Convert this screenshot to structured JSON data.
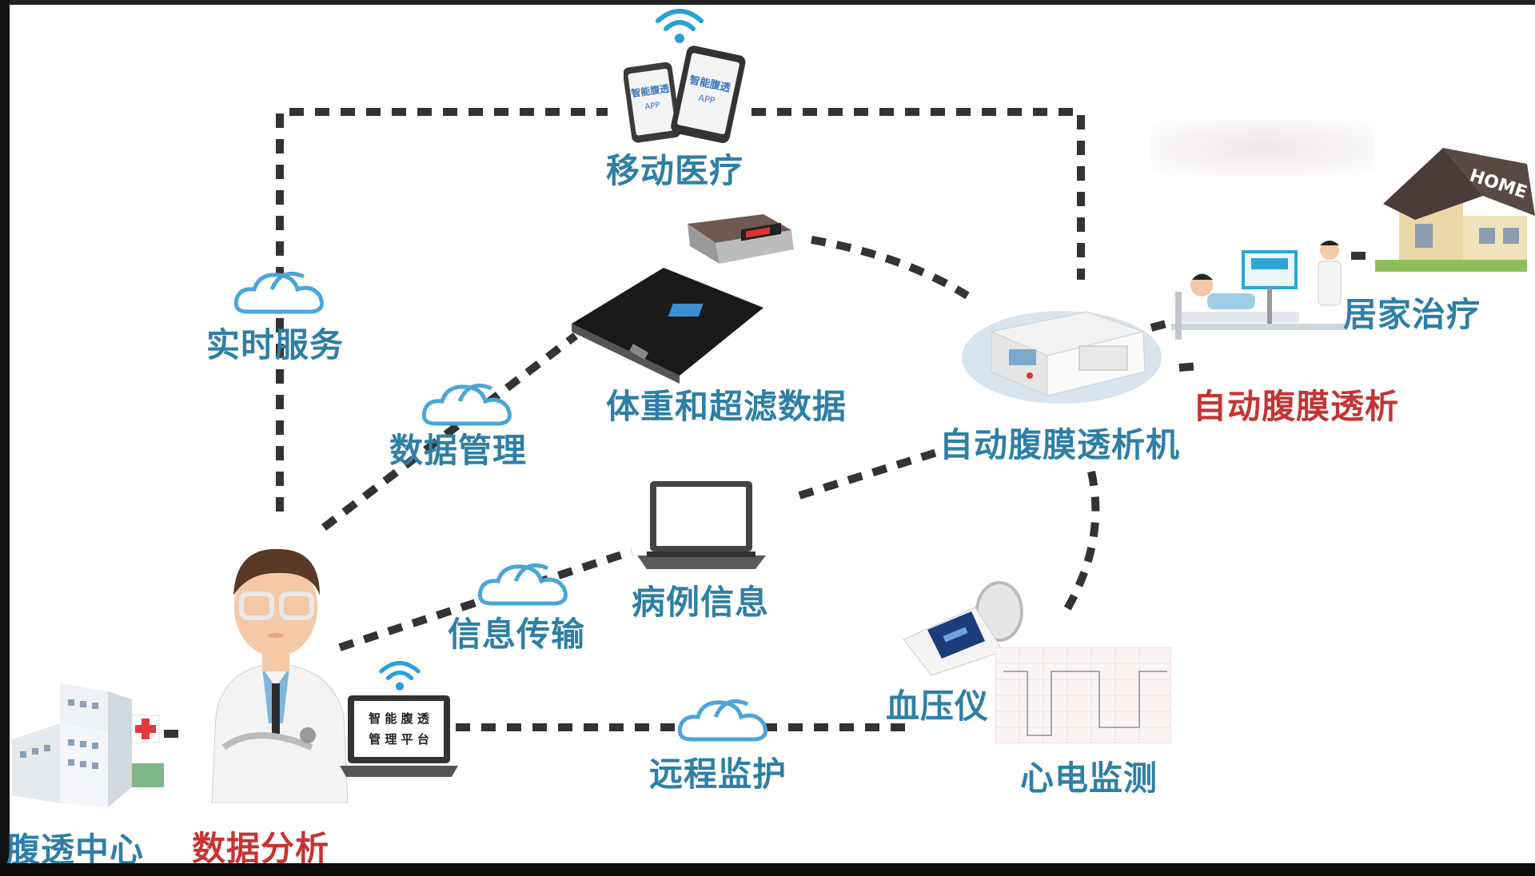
{
  "labels": {
    "mobile_health": "移动医疗",
    "realtime_service": "实时服务",
    "data_management": "数据管理",
    "weight_uf_data": "体重和超滤数据",
    "apd_machine": "自动腹膜透析机",
    "home_treatment": "居家治疗",
    "apd": "自动腹膜透析",
    "case_info": "病例信息",
    "info_transfer": "信息传输",
    "bp_monitor": "血压仪",
    "remote_monitoring": "远程监护",
    "ecg_monitoring": "心电监测",
    "pd_center": "腹透中心",
    "data_analysis": "数据分析"
  },
  "device_text": {
    "phone_left": "智能腹透",
    "phone_left_sub": "APP",
    "phone_right": "智能腹透",
    "phone_right_sub": "APP",
    "laptop_screen_row1": "智 能 腹 透",
    "laptop_screen_row2": "管 理 平 台",
    "home_sign": "HOME"
  },
  "colors": {
    "label_blue": "#2e7fa6",
    "label_red": "#c53434",
    "cloud": "#4aa6d6",
    "dashed_line": "#333333"
  }
}
